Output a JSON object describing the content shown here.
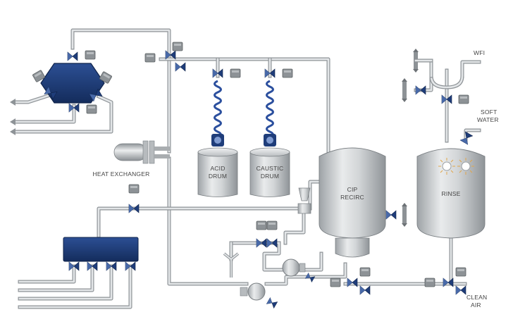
{
  "labels": {
    "heat_exchanger": "HEAT EXCHANGER",
    "acid_line1": "ACID",
    "acid_line2": "DRUM",
    "caustic_line1": "CAUSTIC",
    "caustic_line2": "DRUM",
    "cip_line1": "CIP",
    "cip_line2": "RECIRC",
    "rinse": "RINSE",
    "wfi": "WFI",
    "soft_line1": "SOFT",
    "soft_line2": "WATER",
    "clean_line1": "CLEAN",
    "clean_line2": "AIR"
  },
  "colors": {
    "accent": "#1f3d7a",
    "pipe": "#8e9397",
    "tank": "#c9ccce",
    "spring": "#2b4f9e"
  }
}
